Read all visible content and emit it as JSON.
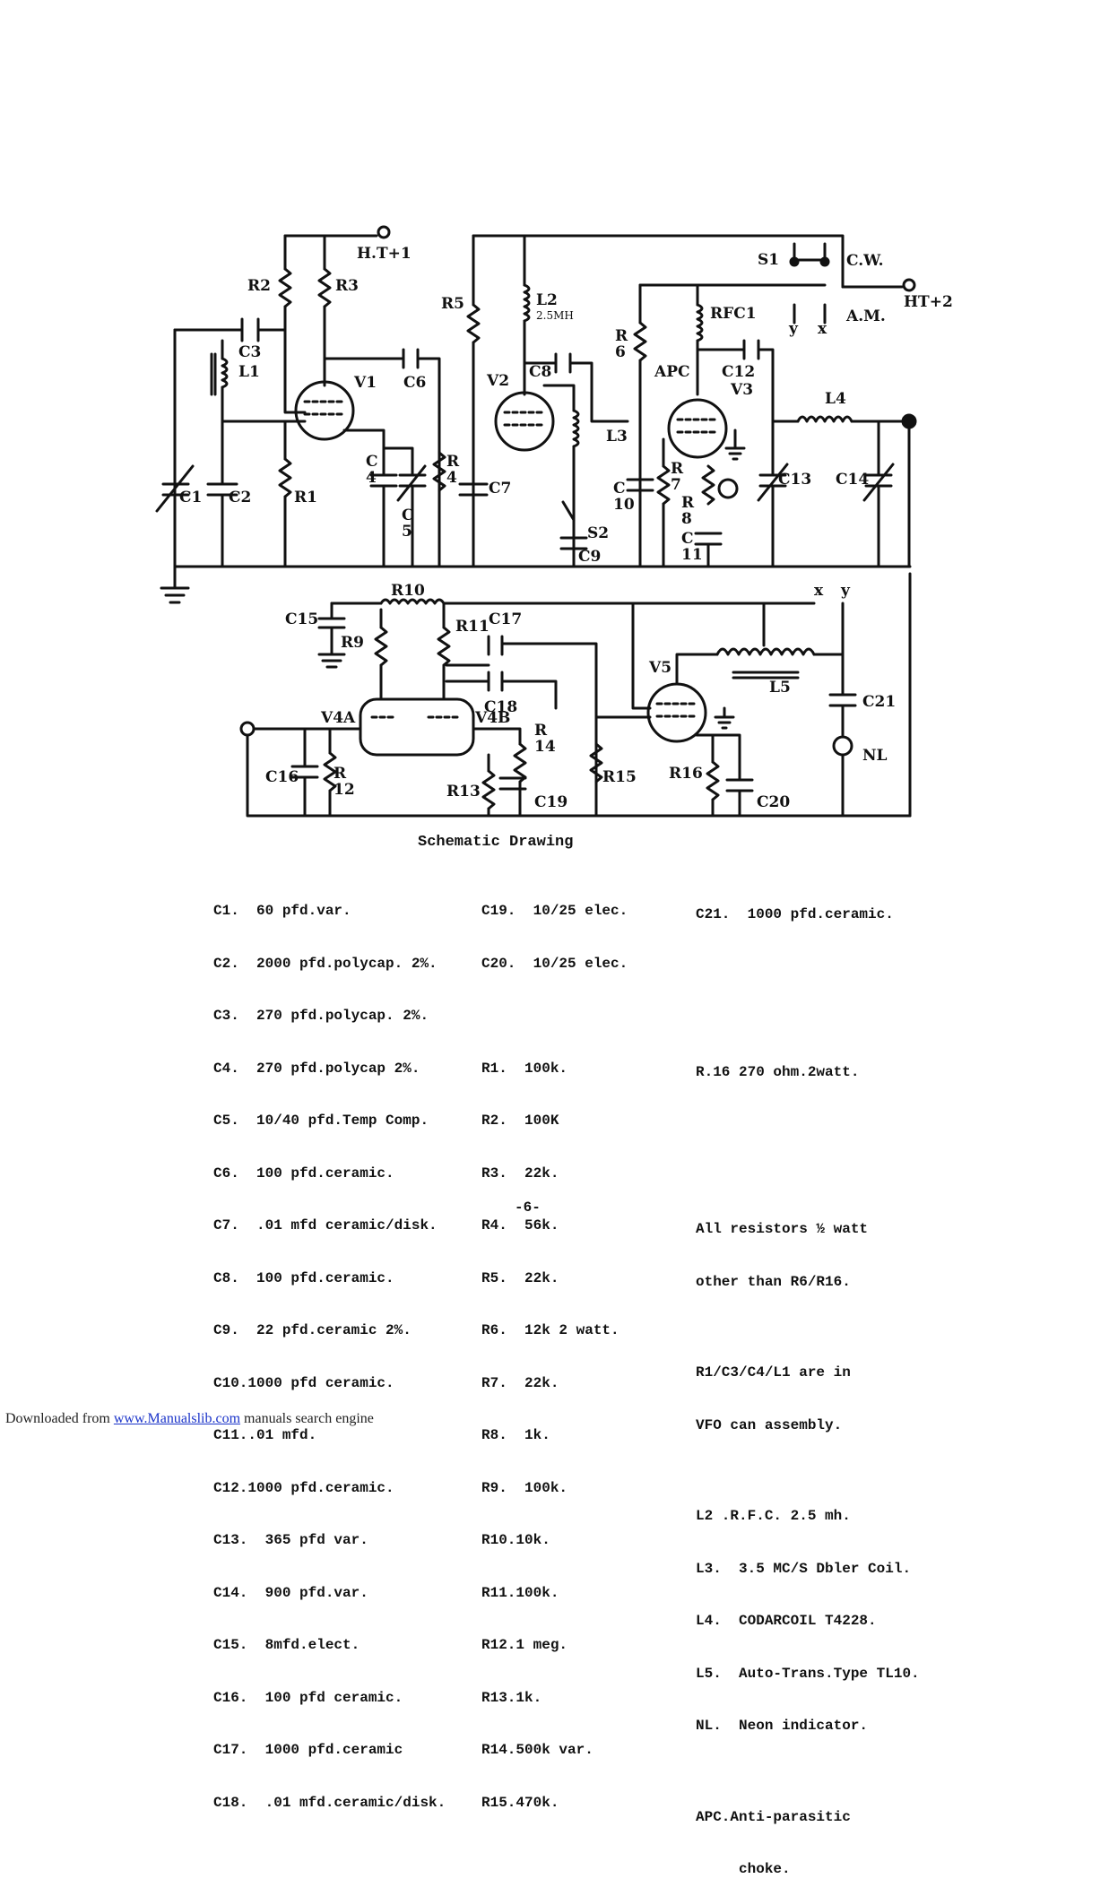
{
  "schematic": {
    "title": "Schematic Drawing",
    "labels": {
      "ht1": "H.T+1",
      "ht2": "HT+2",
      "s1": "S1",
      "cw": "C.W.",
      "am": "A.M.",
      "y_top": "y",
      "x_top": "x",
      "x_bot": "x",
      "y_bot": "y",
      "r2": "R2",
      "r3": "R3",
      "c3": "C3",
      "l1": "L1",
      "v1": "V1",
      "c6": "C6",
      "c1": "C1",
      "c2": "C2",
      "r1": "R1",
      "c4": "C\n4",
      "c5": "C\n5",
      "r4": "R\n4",
      "r5": "R5",
      "l2": "L2",
      "l2_val": "2.5MH",
      "v2": "V2",
      "c8": "C8",
      "l3": "L3",
      "c7": "C7",
      "s2": "S2",
      "c9": "C9",
      "r6": "R\n6",
      "rfc1": "RFC1",
      "apc": "APC",
      "c12": "C12",
      "v3": "V3",
      "l4": "L4",
      "c13": "C13",
      "c14": "C14",
      "c10": "C\n10",
      "r7": "R\n7",
      "r8": "R\n8",
      "c11": "C\n11",
      "r10": "R10",
      "c15": "C15",
      "r9": "R9",
      "r11": "R11",
      "c17": "C17",
      "c18": "C18",
      "v4a": "V4A",
      "v4b": "V4B",
      "r14": "R\n14",
      "c16": "C16",
      "r12": "R\n12",
      "r13": "R13",
      "c19": "C19",
      "r15": "R15",
      "v5": "V5",
      "l5": "L5",
      "c21": "C21",
      "nl": "NL",
      "r16": "R16",
      "c20": "C20"
    }
  },
  "parts": {
    "col1": [
      "C1.  60 pfd.var.",
      "C2.  2000 pfd.polycap. 2%.",
      "C3.  270 pfd.polycap. 2%.",
      "C4.  270 pfd.polycap 2%.",
      "C5.  10/40 pfd.Temp Comp.",
      "C6.  100 pfd.ceramic.",
      "C7.  .01 mfd ceramic/disk.",
      "C8.  100 pfd.ceramic.",
      "C9.  22 pfd.ceramic 2%.",
      "C10.1000 pfd ceramic.",
      "C11..01 mfd.",
      "C12.1000 pfd.ceramic.",
      "C13.  365 pfd var.",
      "C14.  900 pfd.var.",
      "C15.  8mfd.elect.",
      "C16.  100 pfd ceramic.",
      "C17.  1000 pfd.ceramic",
      "C18.  .01 mfd.ceramic/disk."
    ],
    "col2a": [
      "C19.  10/25 elec.",
      "C20.  10/25 elec."
    ],
    "col2b": [
      "R1.  100k.",
      "R2.  100K",
      "R3.  22k.",
      "R4.  56k.",
      "R5.  22k.",
      "R6.  12k 2 watt.",
      "R7.  22k.",
      "R8.  1k.",
      "R9.  100k.",
      "R10.10k.",
      "R11.100k.",
      "R12.1 meg.",
      "R13.1k.",
      "R14.500k var.",
      "R15.470k."
    ],
    "col3a": [
      "C21.  1000 pfd.ceramic."
    ],
    "col3b": [
      "R.16 270 ohm.2watt."
    ],
    "col3c": [
      "All resistors ½ watt",
      "other than R6/R16."
    ],
    "col3d": [
      "R1/C3/C4/L1 are in",
      "VFO can assembly."
    ],
    "col3e": [
      "L2 .R.F.C. 2.5 mh.",
      "L3.  3.5 MC/S Dbler Coil.",
      "L4.  CODARCOIL T4228.",
      "L5.  Auto-Trans.Type TL10.",
      "NL.  Neon indicator."
    ],
    "col3f": [
      "APC.Anti-parasitic",
      "     choke."
    ]
  },
  "page_number": "-6-",
  "footer": {
    "prefix": "Downloaded from ",
    "link": "www.Manualslib.com",
    "suffix": " manuals search engine"
  }
}
